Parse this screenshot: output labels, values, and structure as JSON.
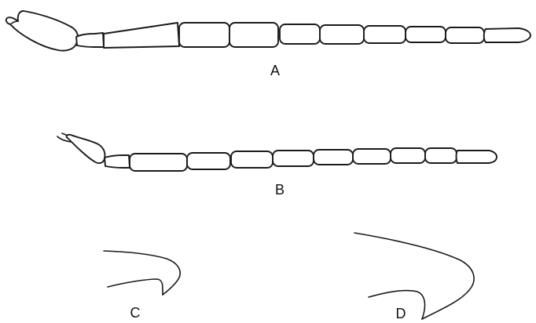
{
  "figure": {
    "panels": [
      {
        "id": "A",
        "label": "A",
        "content": "antenna"
      },
      {
        "id": "B",
        "label": "B",
        "content": "antenna"
      },
      {
        "id": "C",
        "label": "C",
        "content": "claw"
      },
      {
        "id": "D",
        "label": "D",
        "content": "claw"
      }
    ]
  }
}
